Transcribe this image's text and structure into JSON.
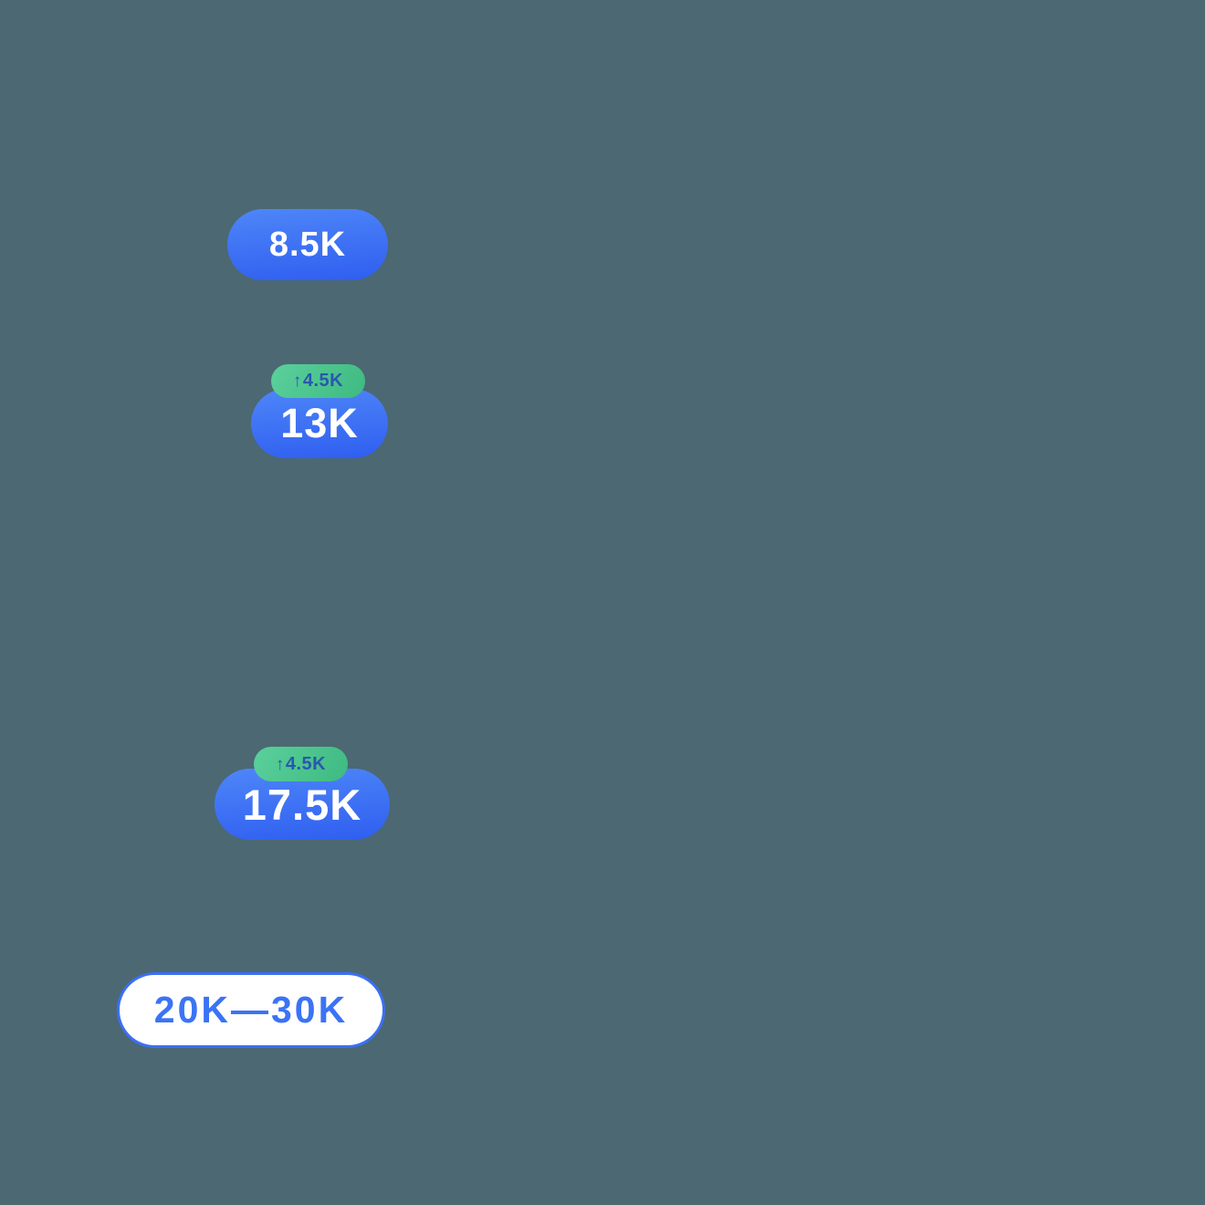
{
  "colors": {
    "canvas_bg": "#4c6872",
    "pill_gradient_top": "#4e86f8",
    "pill_gradient_bottom": "#2f5ef0",
    "pill_text": "#ffffff",
    "badge_gradient_light": "#5bd09c",
    "badge_gradient_dark": "#3eba81",
    "badge_text": "#2a57ae",
    "outline_border": "#3b6ff5",
    "outline_text": "#3b73f6"
  },
  "markers": [
    {
      "value": "8.5K"
    },
    {
      "value": "13K",
      "badge": {
        "arrow": "↑",
        "value": "4.5K"
      }
    },
    {
      "value": "17.5K",
      "badge": {
        "arrow": "↑",
        "value": "4.5K"
      }
    },
    {
      "value": "20K—30K"
    }
  ]
}
